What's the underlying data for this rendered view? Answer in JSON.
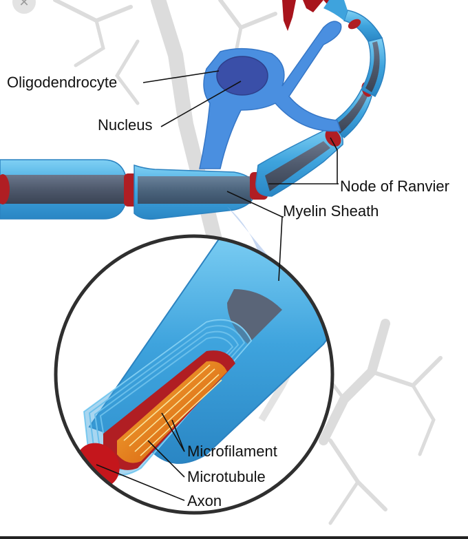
{
  "diagram": {
    "labels": {
      "oligodendrocyte": "Oligodendrocyte",
      "nucleus": "Nucleus",
      "node_of_ranvier": "Node of Ranvier",
      "myelin_sheath": "Myelin Sheath",
      "microfilament": "Microfilament",
      "microtubule": "Microtubule",
      "axon": "Axon"
    },
    "colors": {
      "myelin": "#3ea3dd",
      "myelin_light": "#6fc3ec",
      "axon_gray": "#5a6578",
      "node_red": "#b01e23",
      "nucleus": "#3a4fa8",
      "cell_body": "#4a8fe0",
      "axon_core": "#e07a1a",
      "background_neuron": "#d9d9d9"
    }
  },
  "ui": {
    "close_icon": "close-icon"
  }
}
